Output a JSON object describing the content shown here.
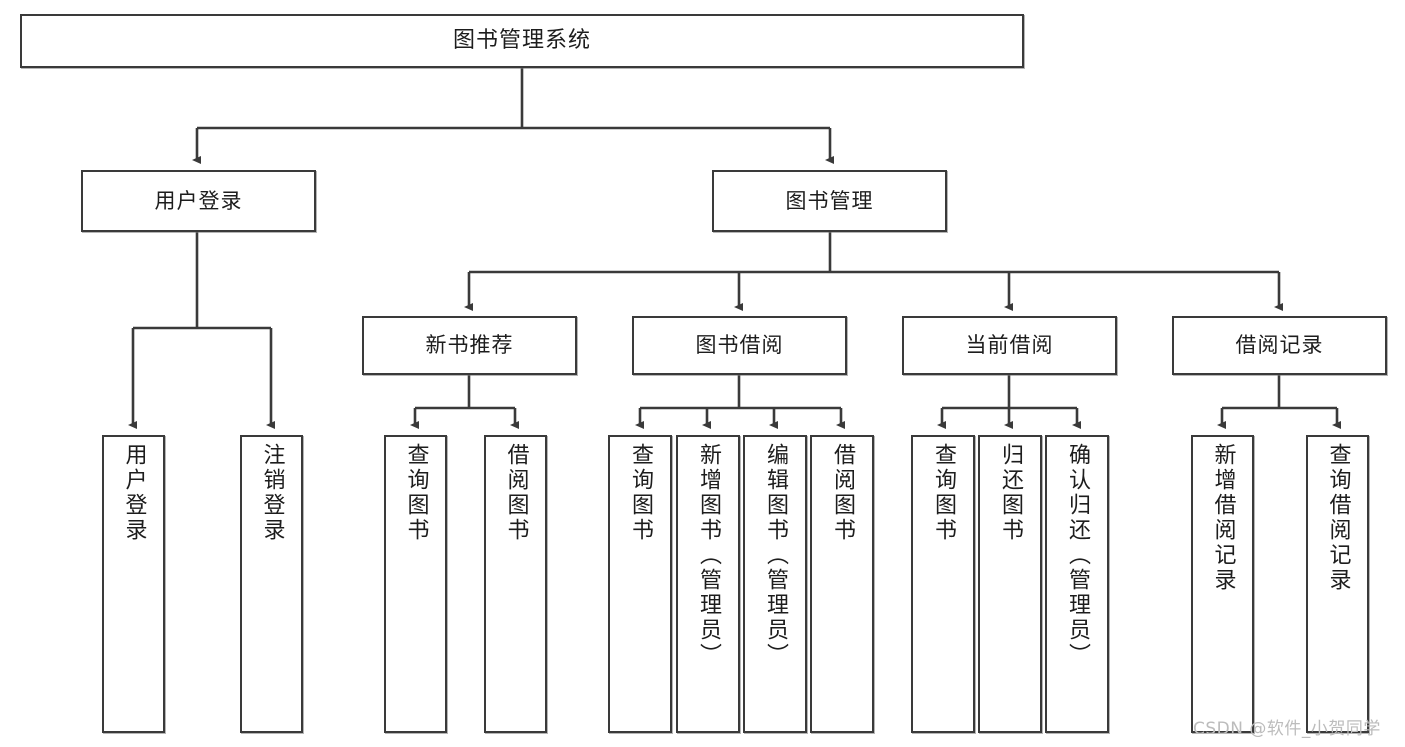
{
  "diagram": {
    "type": "tree",
    "title": "图书管理系统",
    "root": {
      "label": "图书管理系统"
    },
    "level1": [
      {
        "label": "用户登录"
      },
      {
        "label": "图书管理"
      }
    ],
    "level2": [
      {
        "label": "新书推荐"
      },
      {
        "label": "图书借阅"
      },
      {
        "label": "当前借阅"
      },
      {
        "label": "借阅记录"
      }
    ],
    "leaves": {
      "user_login": [
        {
          "label": "用户登录"
        },
        {
          "label": "注销登录"
        }
      ],
      "new_book_recommend": [
        {
          "label": "查询图书"
        },
        {
          "label": "借阅图书"
        }
      ],
      "book_borrow": [
        {
          "label": "查询图书"
        },
        {
          "label": "新增图书（管理员）"
        },
        {
          "label": "编辑图书（管理员）"
        },
        {
          "label": "借阅图书"
        }
      ],
      "current_borrow": [
        {
          "label": "查询图书"
        },
        {
          "label": "归还图书"
        },
        {
          "label": "确认归还（管理员）"
        }
      ],
      "borrow_record": [
        {
          "label": "新增借阅记录"
        },
        {
          "label": "查询借阅记录"
        }
      ]
    }
  },
  "watermark": {
    "text": "CSDN @软件_小贺同学"
  },
  "colors": {
    "box_border": "#3a3a3a",
    "box_fill": "#ffffff",
    "line": "#3a3a3a",
    "text": "#1d1d1d",
    "watermark": "#bcbcbc"
  }
}
